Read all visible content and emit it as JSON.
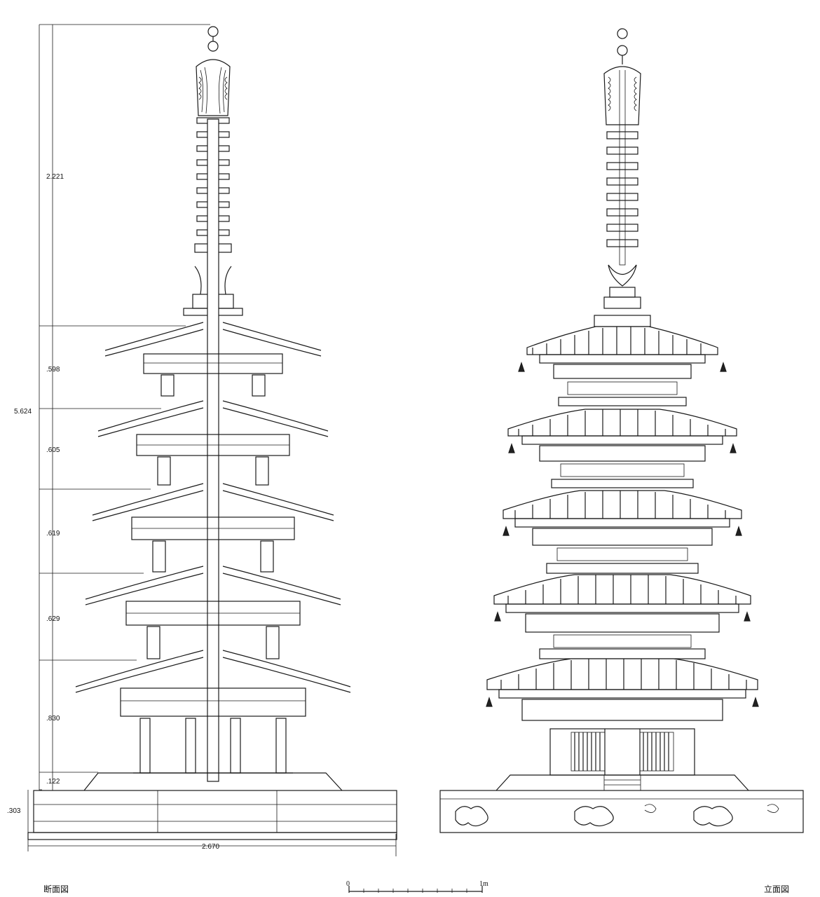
{
  "drawing": {
    "captions": {
      "section": "断面図",
      "elevation": "立面図"
    },
    "dimensions": {
      "spire": "2.221",
      "tier5": ".598",
      "total": "5.624",
      "tier4": ".605",
      "tier3": ".619",
      "tier2": ".629",
      "tier1": ".830",
      "plinth_step": ".122",
      "base": ".303",
      "width": "2.670"
    },
    "scale_bar": {
      "start_label": "0",
      "end_label": "1m",
      "divisions": 10
    }
  }
}
